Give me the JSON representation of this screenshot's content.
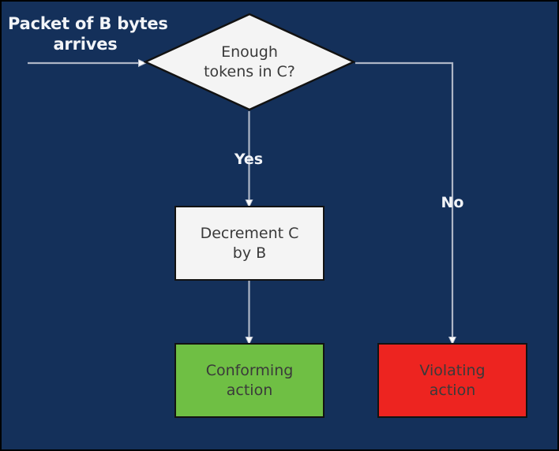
{
  "diagram": {
    "title": "Token bucket conformance flowchart",
    "background_color": "#14305A",
    "line_color": "#AEB6C6",
    "input_label": "Packet of B bytes\narrives",
    "decision": {
      "id": "enough-tokens",
      "text": "Enough\ntokens in C?",
      "fill": "#F4F4F4",
      "stroke": "#121212"
    },
    "branches": {
      "yes_label": "Yes",
      "no_label": "No"
    },
    "nodes": [
      {
        "id": "decrement",
        "text": "Decrement C\nby B",
        "fill": "#F4F4F4",
        "stroke": "#121212",
        "text_color": "#3A3A3A"
      },
      {
        "id": "conforming",
        "text": "Conforming\naction",
        "fill": "#6FBF44",
        "stroke": "#121212",
        "text_color": "#3A3A3A"
      },
      {
        "id": "violating",
        "text": "Violating\naction",
        "fill": "#ED2420",
        "stroke": "#121212",
        "text_color": "#3A3A3A"
      }
    ],
    "edges": [
      {
        "id": "input-to-decision",
        "from": "packet-input",
        "to": "enough-tokens",
        "label": ""
      },
      {
        "id": "decision-yes-to-decrement",
        "from": "enough-tokens",
        "to": "decrement",
        "label": "Yes"
      },
      {
        "id": "decrement-to-conforming",
        "from": "decrement",
        "to": "conforming",
        "label": ""
      },
      {
        "id": "decision-no-to-violating",
        "from": "enough-tokens",
        "to": "violating",
        "label": "No"
      }
    ]
  }
}
